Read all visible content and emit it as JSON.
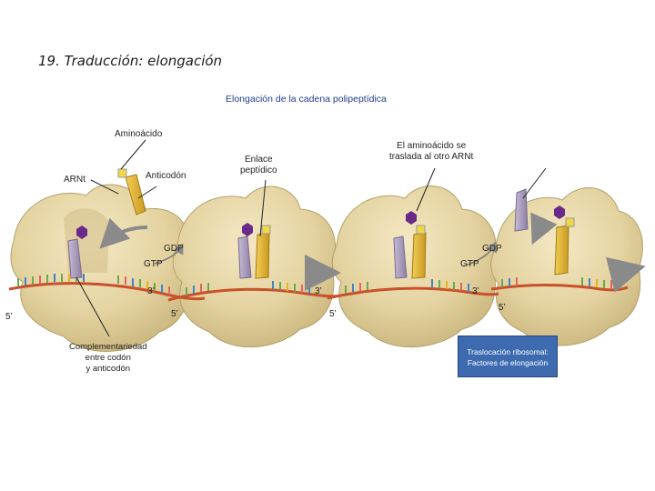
{
  "slide": {
    "title": "19. Traducción: elongación",
    "subtitle": "Elongación de la cadena polipeptídica"
  },
  "labels": {
    "aminoacido": "Aminoácido",
    "arnt": "ARNt",
    "anticodon": "Anticodón",
    "enlace_1": "Enlace",
    "enlace_2": "peptídico",
    "traslada_1": "El aminoácido se",
    "traslada_2": "traslada al otro ARNt",
    "gdp_1": "GDP",
    "gtp_1": "GTP",
    "gdp_2": "GDP",
    "gtp_2": "GTP",
    "p3_1": "3’",
    "p3_2": "3’",
    "p3_3": "3’",
    "p5_1": "5’",
    "p5_2": "5’",
    "p5_3": "5’",
    "p5_4": "5’",
    "complementariedad_1": "Complementariedad",
    "complementariedad_2": "entre codón",
    "complementariedad_3": "y anticodón"
  },
  "box": {
    "line1": "Traslocación ribosomal:",
    "line2": "Factores de elongación"
  },
  "colors": {
    "ribosome": "#e6d6a4",
    "mrna": "#c8512a",
    "trna_yellow": "#e2b83a",
    "trna_purple": "#a89ab8",
    "aminoacid": "#6a2a8a",
    "box": "#3e6bb0"
  }
}
